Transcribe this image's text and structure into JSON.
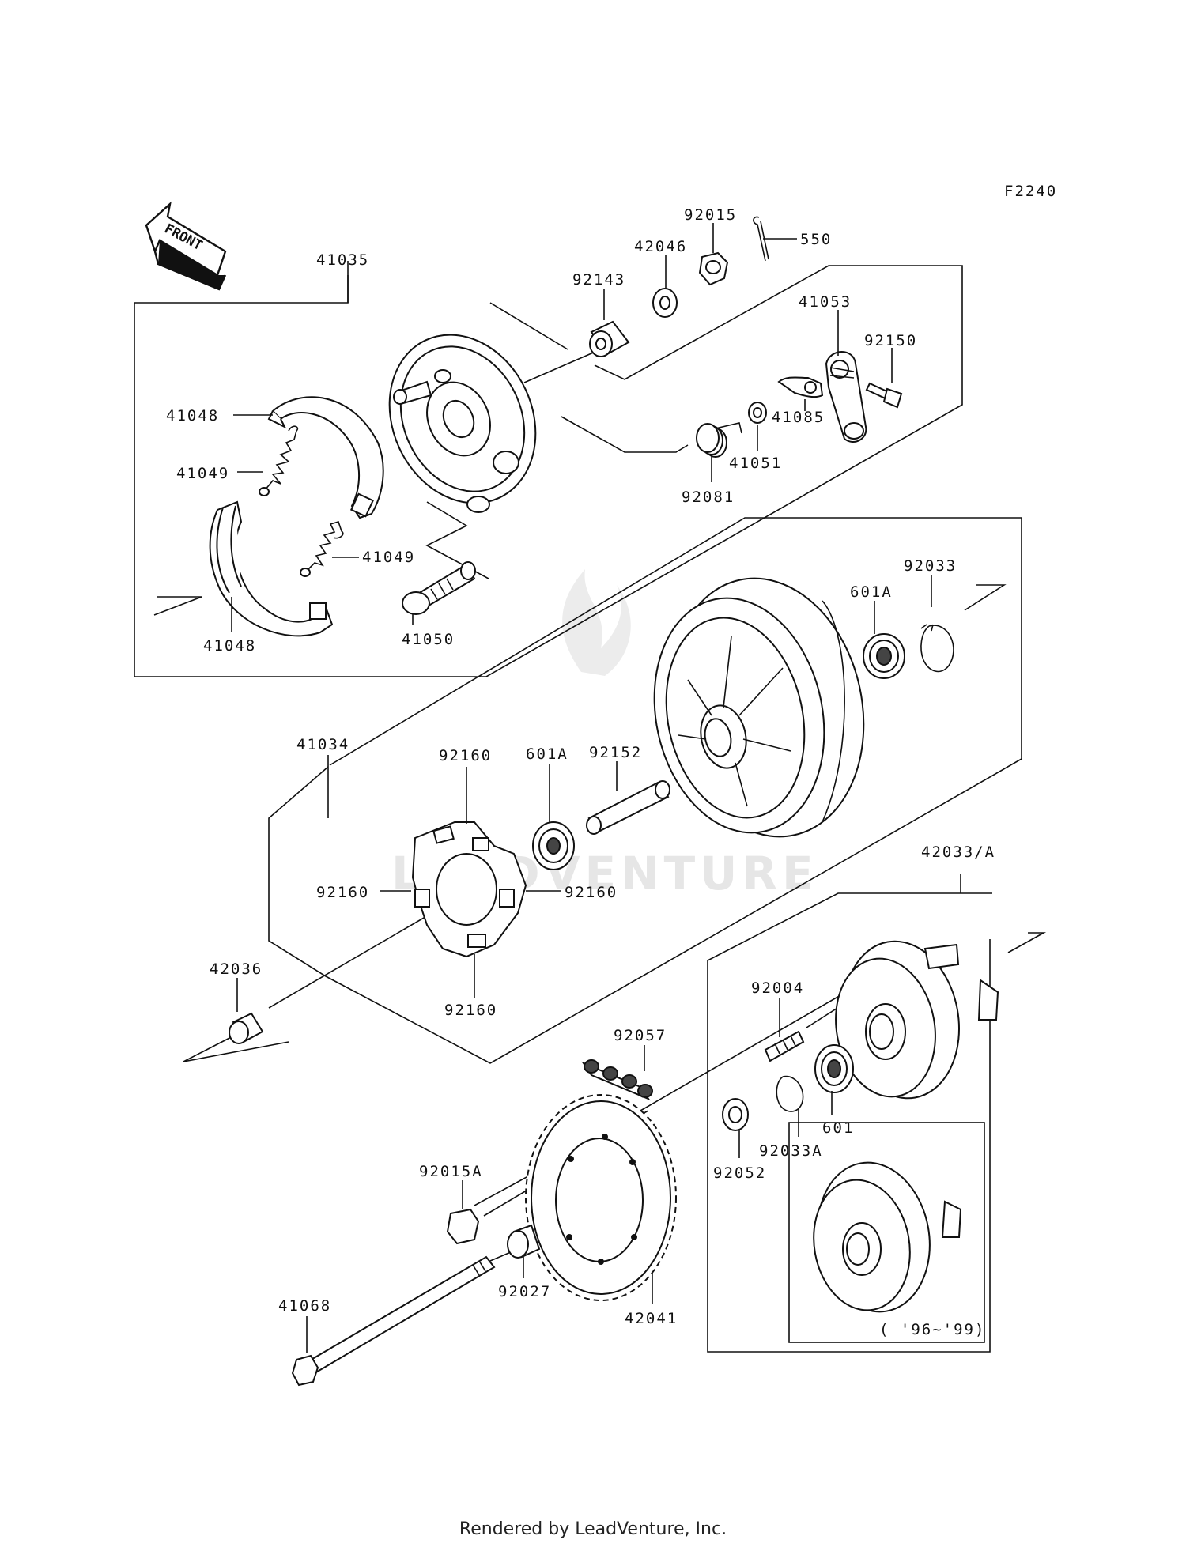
{
  "diagram_code": "F2240",
  "front_label": "FRONT",
  "watermark": "LEADVENTURE",
  "footer": "Rendered by LeadVenture, Inc.",
  "variant_note": "( '96~'99)",
  "parts": {
    "p41035": "41035",
    "p92015": "92015",
    "p550": "550",
    "p42046": "42046",
    "p92143": "92143",
    "p41053": "41053",
    "p92150": "92150",
    "p41048a": "41048",
    "p41049a": "41049",
    "p41085": "41085",
    "p41051": "41051",
    "p92081": "92081",
    "p41049b": "41049",
    "p41048b": "41048",
    "p41050": "41050",
    "p92033": "92033",
    "p601Aa": "601A",
    "p41034": "41034",
    "p92152": "92152",
    "p601Ab": "601A",
    "p92160a": "92160",
    "p92160b": "92160",
    "p92160c": "92160",
    "p92160d": "92160",
    "p42033A": "42033/A",
    "p42036": "42036",
    "p92004": "92004",
    "p92057": "92057",
    "p601": "601",
    "p92033A": "92033A",
    "p92052": "92052",
    "p92015A": "92015A",
    "p92027": "92027",
    "p42041": "42041",
    "p41068": "41068"
  }
}
